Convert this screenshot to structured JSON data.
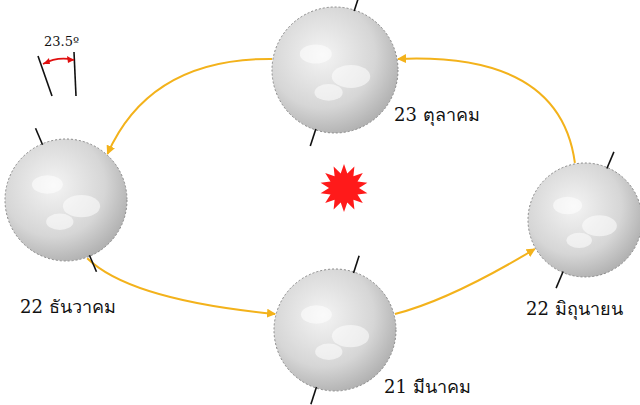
{
  "diagram": {
    "nodes": [
      {
        "text": [
          "23 ตุลาคม"
        ]
      },
      {
        "text": [
          "22 ธันวาคม"
        ]
      },
      {
        "text": [
          "21 มีนาคม"
        ]
      },
      {
        "text": [
          "22 มิถุนายน"
        ]
      }
    ],
    "edges": [
      {
        "from": 0,
        "to": 1,
        "arrow": "to"
      },
      {
        "from": 1,
        "to": 2,
        "arrow": "to"
      },
      {
        "from": 2,
        "to": 3,
        "arrow": "to"
      },
      {
        "from": 3,
        "to": 0,
        "arrow": "to"
      }
    ],
    "labels": [
      "23.5º"
    ]
  }
}
